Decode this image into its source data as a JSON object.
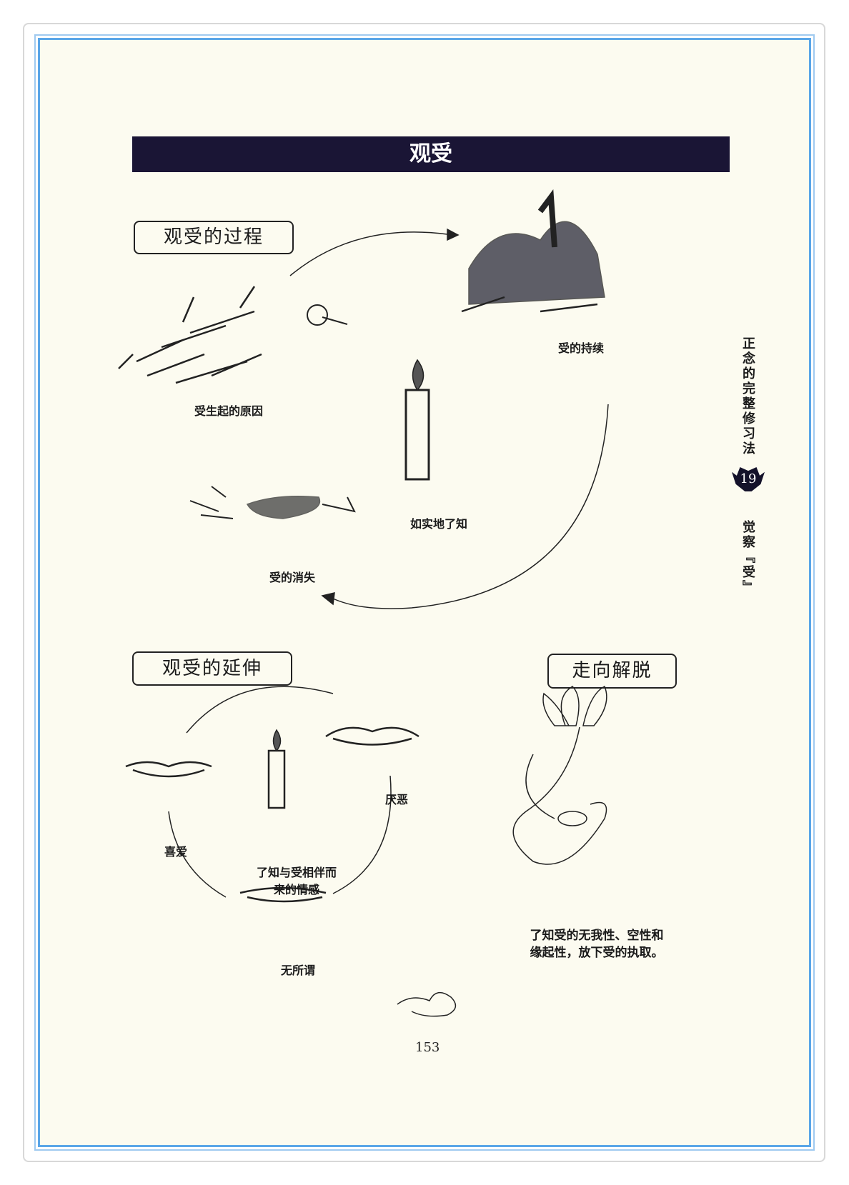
{
  "title": "观受",
  "sections": {
    "process": {
      "heading": "观受的过程",
      "labels": {
        "cause": "受生起的原因",
        "continue": "受的持续",
        "aware": "如实地了知",
        "vanish": "受的消失"
      }
    },
    "extension": {
      "heading": "观受的延伸",
      "labels": {
        "like": "喜爱",
        "dislike": "厌恶",
        "neutral": "无所谓",
        "center_line1": "了知与受相伴而",
        "center_line2": "来的情感"
      }
    },
    "liberation": {
      "heading": "走向解脱",
      "caption_line1": "了知受的无我性、空性和",
      "caption_line2": "缘起性，放下受的执取。"
    }
  },
  "side": {
    "chapter_title": "正念的完整修习法",
    "chapter_number": "19",
    "section_title": "觉察『受』"
  },
  "page_number": "153",
  "colors": {
    "border": "#5aa6e8",
    "band": "#1a1535",
    "paper": "#fcfbf0"
  }
}
